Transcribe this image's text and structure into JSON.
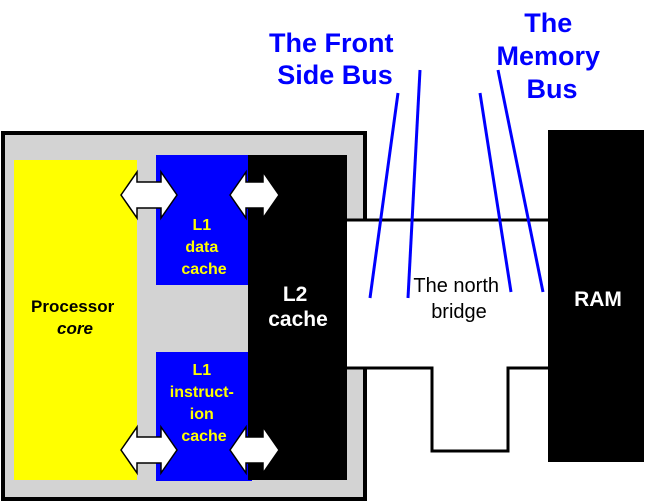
{
  "labels": {
    "front_side_bus": [
      "The Front",
      "Side Bus"
    ],
    "memory_bus": [
      "The",
      "Memory",
      "Bus"
    ],
    "processor": [
      "Processor",
      "core"
    ],
    "l1_data": [
      "L1",
      "data",
      "cache"
    ],
    "l1_instruction": [
      "L1",
      "instruct-",
      "ion",
      "cache"
    ],
    "l2": [
      "L2",
      "cache"
    ],
    "north_bridge": [
      "The north",
      "bridge"
    ],
    "ram": "RAM"
  },
  "colors": {
    "processor_fill": "#ffff00",
    "l1_fill": "#0000ff",
    "l1_text": "#ffff00",
    "l2_fill": "#000000",
    "package_fill": "#d3d3d3",
    "bus_label": "#0000ff",
    "ram_fill": "#000000"
  }
}
